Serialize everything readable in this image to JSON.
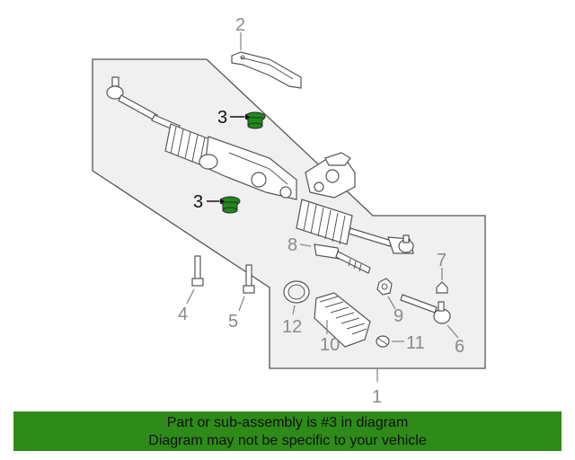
{
  "callouts": {
    "c1": "1",
    "c2": "2",
    "c3a": "3",
    "c3b": "3",
    "c4": "4",
    "c5": "5",
    "c6": "6",
    "c7": "7",
    "c8": "8",
    "c9": "9",
    "c10": "10",
    "c11": "11",
    "c12": "12"
  },
  "banner": {
    "line1": "Part or sub-assembly is #3 in diagram",
    "line2": "Diagram may not be specific to your vehicle"
  },
  "colors": {
    "highlight_part": "#1f8a1a",
    "banner_bg": "#2e8b1a",
    "callout_gray": "#8a8a8a",
    "panel_fill": "#f0f0f0"
  }
}
